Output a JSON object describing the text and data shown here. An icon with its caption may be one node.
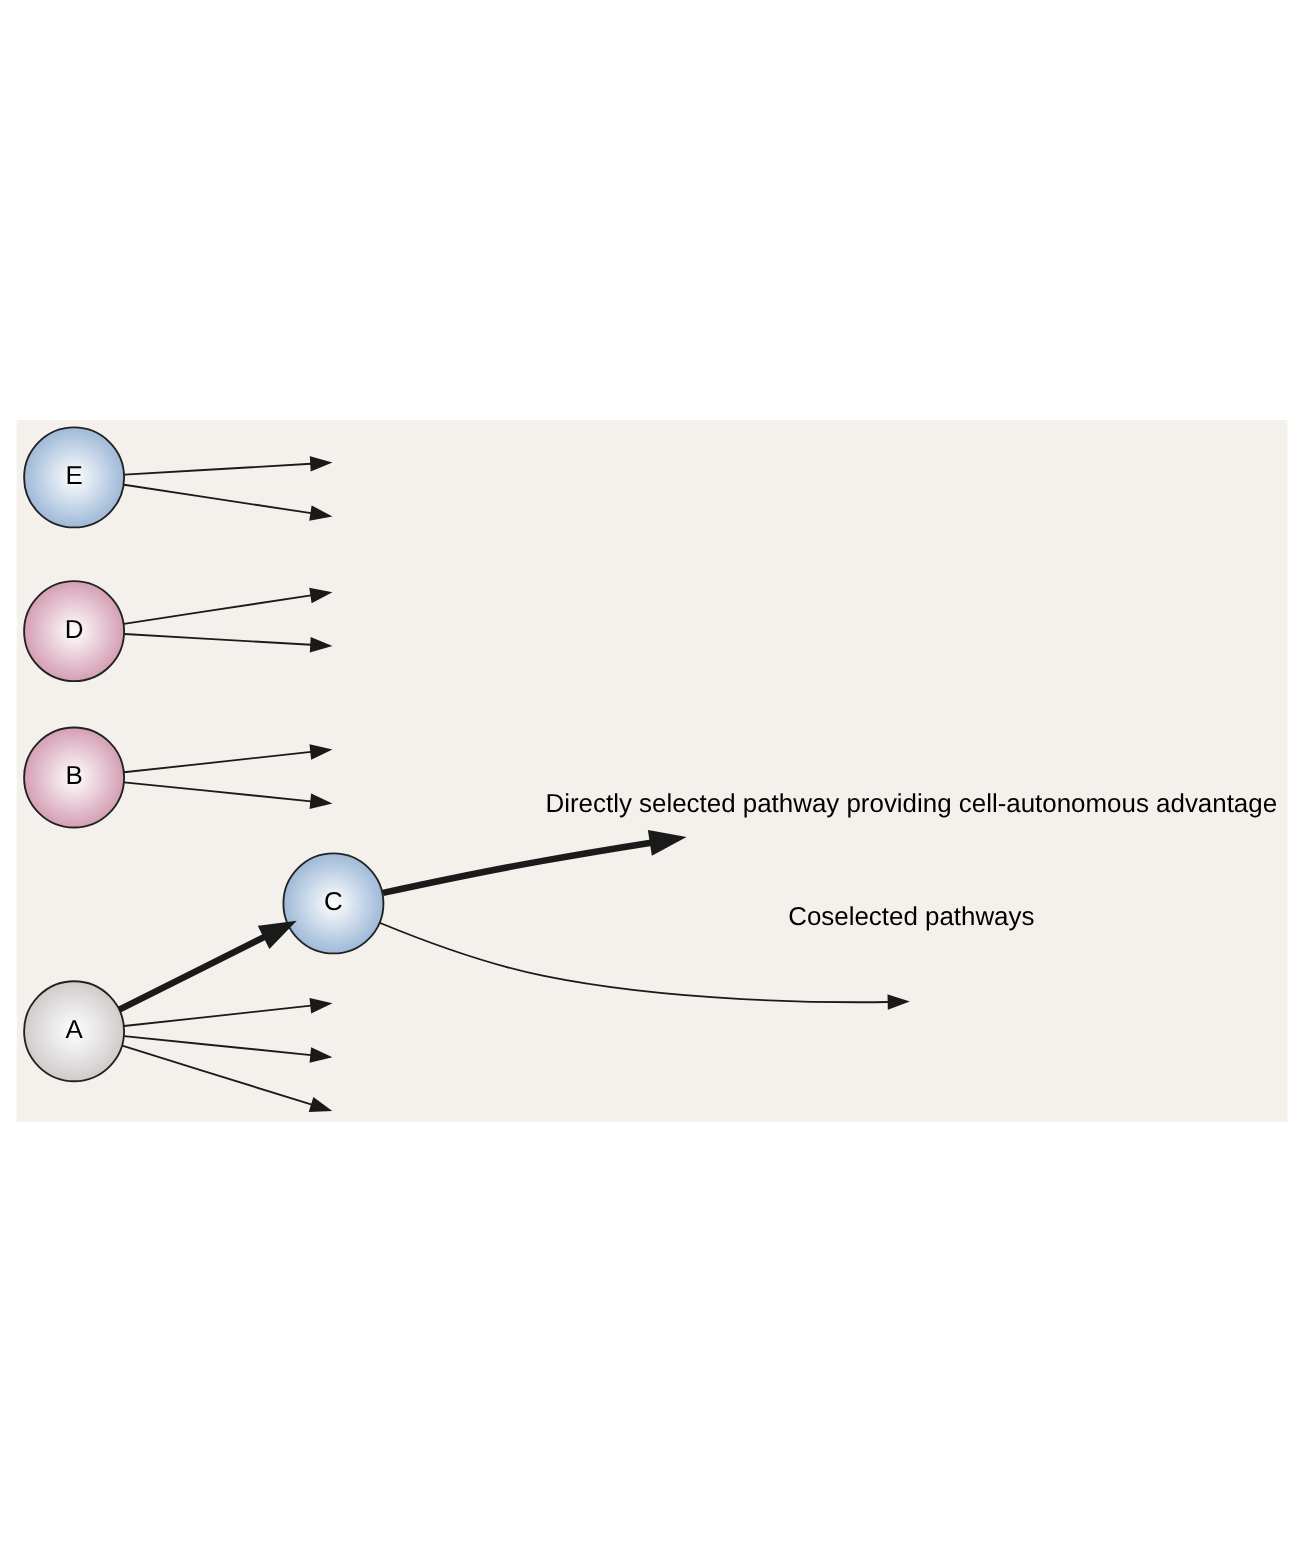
{
  "diagram": {
    "nodes": [
      {
        "text": [
          "A"
        ]
      },
      {
        "text": [
          "B"
        ]
      },
      {
        "text": [
          "C"
        ]
      },
      {
        "text": [
          "D"
        ]
      },
      {
        "text": [
          "E"
        ]
      },
      {
        "text": [
          "Directly selected pathway providing cell-autonomous advantage"
        ]
      }
    ],
    "edges": [
      {
        "from": 0,
        "to": null,
        "arrow": "to"
      },
      {
        "from": 0,
        "to": 2,
        "arrow": "to",
        "style": "thick"
      },
      {
        "from": 0,
        "to": null,
        "arrow": "to"
      },
      {
        "from": 0,
        "to": null,
        "arrow": "to"
      },
      {
        "from": 1,
        "to": null,
        "arrow": "to"
      },
      {
        "from": 1,
        "to": null,
        "arrow": "to"
      },
      {
        "from": 2,
        "to": 5,
        "arrow": "to",
        "style": "thick"
      },
      {
        "from": 2,
        "to": null,
        "arrow": "to"
      },
      {
        "from": 3,
        "to": null,
        "arrow": "to"
      },
      {
        "from": 3,
        "to": null,
        "arrow": "to"
      },
      {
        "from": 4,
        "to": null,
        "arrow": "to"
      },
      {
        "from": 4,
        "to": null,
        "arrow": "to"
      }
    ],
    "labels": [
      "Coselected pathways"
    ]
  }
}
